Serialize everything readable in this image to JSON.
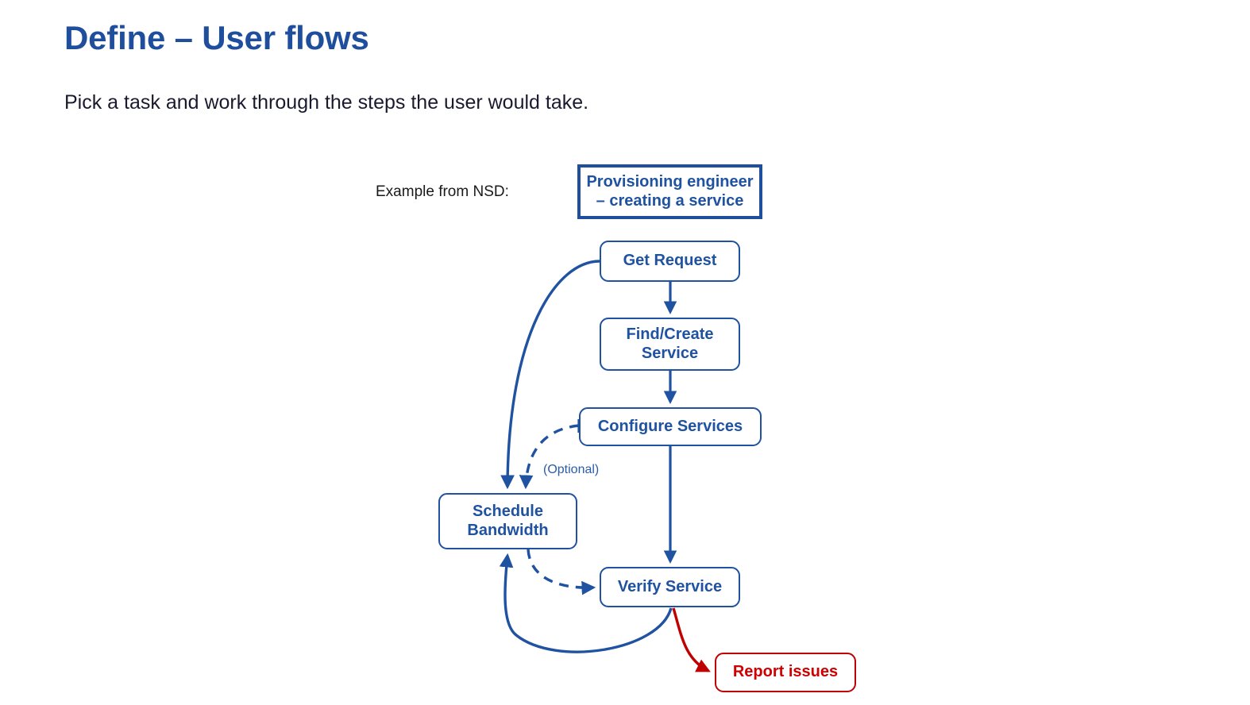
{
  "slide": {
    "title": "Define – User flows",
    "subtitle": "Pick a task and work through the steps the user would take.",
    "example_label": "Example from NSD:"
  },
  "colors": {
    "title_blue": "#1F4E9C",
    "node_blue": "#1F52A0",
    "text_dark": "#1a1a2e",
    "danger_red": "#C00000",
    "background": "#FFFFFF"
  },
  "diagram": {
    "type": "flowchart",
    "header": {
      "label": "Provisioning engineer\n– creating a service",
      "line1": "Provisioning engineer",
      "line2": "– creating a service"
    },
    "nodes": [
      {
        "id": "get-request",
        "label": "Get Request",
        "style": "rounded"
      },
      {
        "id": "find-create",
        "label": "Find/Create\nService",
        "line1": "Find/Create",
        "line2": "Service",
        "style": "rounded"
      },
      {
        "id": "configure",
        "label": "Configure Services",
        "style": "rounded"
      },
      {
        "id": "schedule",
        "label": "Schedule\nBandwidth",
        "line1": "Schedule",
        "line2": "Bandwidth",
        "style": "rounded"
      },
      {
        "id": "verify",
        "label": "Verify Service",
        "style": "rounded"
      },
      {
        "id": "report",
        "label": "Report issues",
        "style": "danger"
      }
    ],
    "edge_labels": [
      {
        "id": "optional",
        "label": "(Optional)"
      }
    ],
    "edges": [
      {
        "from": "get-request",
        "to": "find-create",
        "style": "solid",
        "color": "#1F52A0"
      },
      {
        "from": "find-create",
        "to": "configure",
        "style": "solid",
        "color": "#1F52A0"
      },
      {
        "from": "configure",
        "to": "verify",
        "style": "solid",
        "color": "#1F52A0"
      },
      {
        "from": "get-request",
        "to": "schedule",
        "style": "solid",
        "color": "#1F52A0"
      },
      {
        "from": "configure",
        "to": "schedule",
        "style": "dashed",
        "color": "#1F52A0",
        "label": "(Optional)"
      },
      {
        "from": "schedule",
        "to": "verify",
        "style": "dashed",
        "color": "#1F52A0"
      },
      {
        "from": "verify",
        "to": "schedule",
        "style": "solid",
        "color": "#1F52A0"
      },
      {
        "from": "verify",
        "to": "report",
        "style": "solid",
        "color": "#C00000"
      }
    ]
  }
}
